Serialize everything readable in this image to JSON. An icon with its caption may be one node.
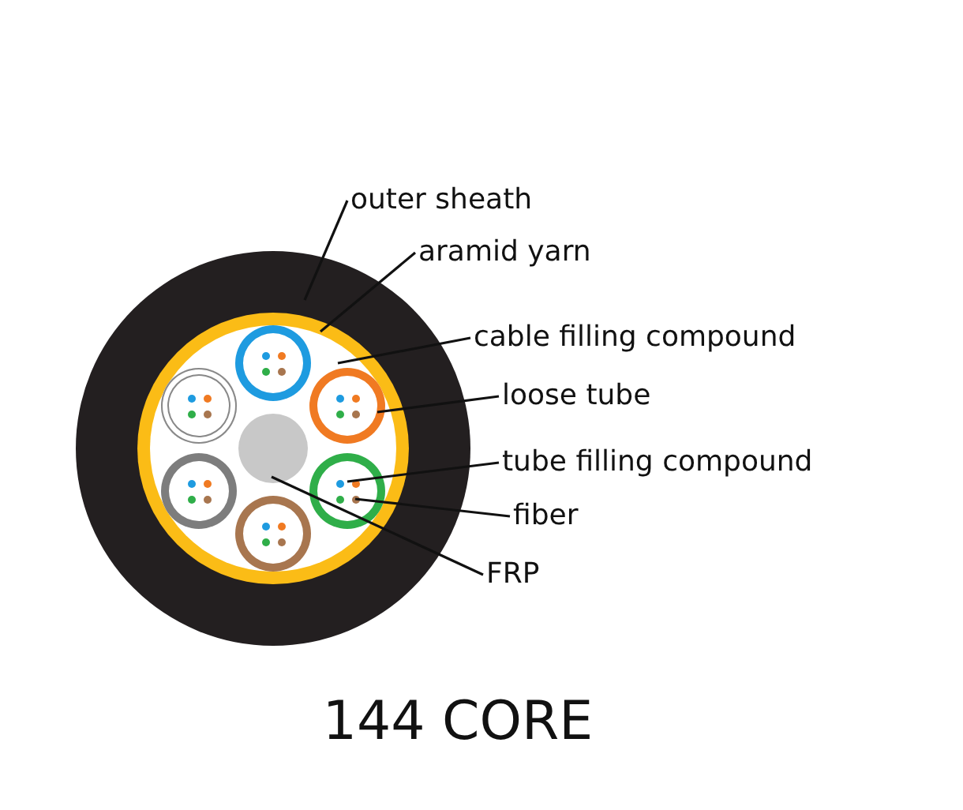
{
  "diagram": {
    "caption": "144 CORE",
    "nodes": [
      {
        "text": [
          "outer sheath"
        ]
      },
      {
        "text": [
          "aramid yarn"
        ]
      },
      {
        "text": [
          "cable filling compound"
        ]
      },
      {
        "text": [
          "loose tube"
        ]
      },
      {
        "text": [
          "tube filling compound"
        ]
      },
      {
        "text": [
          "fiber"
        ]
      },
      {
        "text": [
          "FRP"
        ]
      },
      {
        "text": [],
        "shape": "circle"
      },
      {
        "text": [],
        "shape": "circle",
        "in": 7
      },
      {
        "text": [],
        "shape": "circle",
        "in": 8
      },
      {
        "text": [],
        "shape": "circle",
        "in": 9
      },
      {
        "text": [],
        "shape": "circle",
        "in": 9
      },
      {
        "text": [],
        "shape": "circle",
        "in": 11
      },
      {
        "text": [],
        "shape": "circle",
        "in": 9
      },
      {
        "text": [],
        "shape": "circle",
        "in": 9
      },
      {
        "text": [],
        "shape": "circle",
        "in": 9
      },
      {
        "text": [],
        "shape": "circle",
        "in": 9
      },
      {
        "text": [],
        "shape": "circle",
        "in": 9
      }
    ],
    "edges": [
      {
        "from": 0,
        "to": 7,
        "arrow": "none"
      },
      {
        "from": 1,
        "to": 8,
        "arrow": "none"
      },
      {
        "from": 2,
        "to": 9,
        "arrow": "none"
      },
      {
        "from": 3,
        "to": 10,
        "arrow": "none"
      },
      {
        "from": 4,
        "to": 11,
        "arrow": "none"
      },
      {
        "from": 5,
        "to": 12,
        "arrow": "none"
      },
      {
        "from": 6,
        "to": 13,
        "arrow": "none"
      }
    ]
  }
}
